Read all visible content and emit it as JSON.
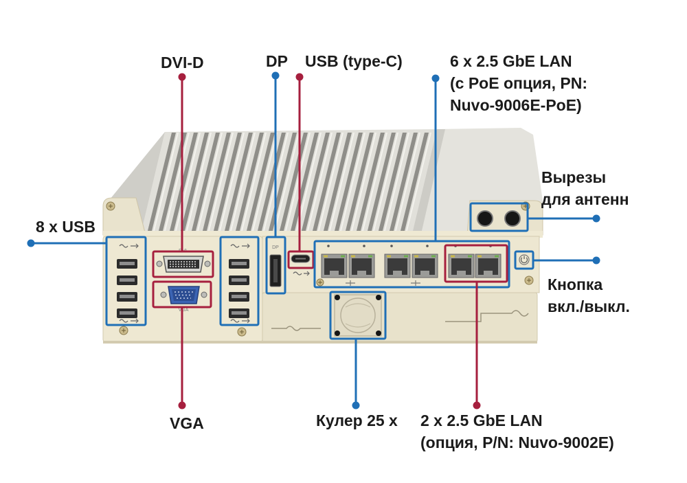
{
  "callouts": {
    "dvi_d": "DVI-D",
    "dp": "DP",
    "usb_type_c": "USB (type-C)",
    "lan_6x": [
      "6 x 2.5 GbE LAN",
      "(с PoE опция, PN:",
      "Nuvo-9006E-PoE)"
    ],
    "antenna_cutouts": [
      "Вырезы",
      "для антенн"
    ],
    "usb_8x": "8 x USB",
    "power_button": [
      "Кнопка",
      "вкл./выкл."
    ],
    "vga": "VGA",
    "cooler": "Кулер 25 x",
    "lan_2x": [
      "2 x 2.5 GbE LAN",
      "(опция, P/N: Nuvo-9002E)"
    ]
  },
  "device_markings": {
    "dvi": "DVI",
    "vga": "VGA",
    "dp": "DP"
  },
  "colors": {
    "callout_blue": "#1f6fb6",
    "callout_red": "#a61f3e",
    "panel_beige": "#eee8d2",
    "vga_port_blue": "#3b64b4"
  },
  "icons": {
    "usb_logo": "usb-superspeed-icon",
    "power": "power-icon",
    "screw": "screw-icon"
  }
}
